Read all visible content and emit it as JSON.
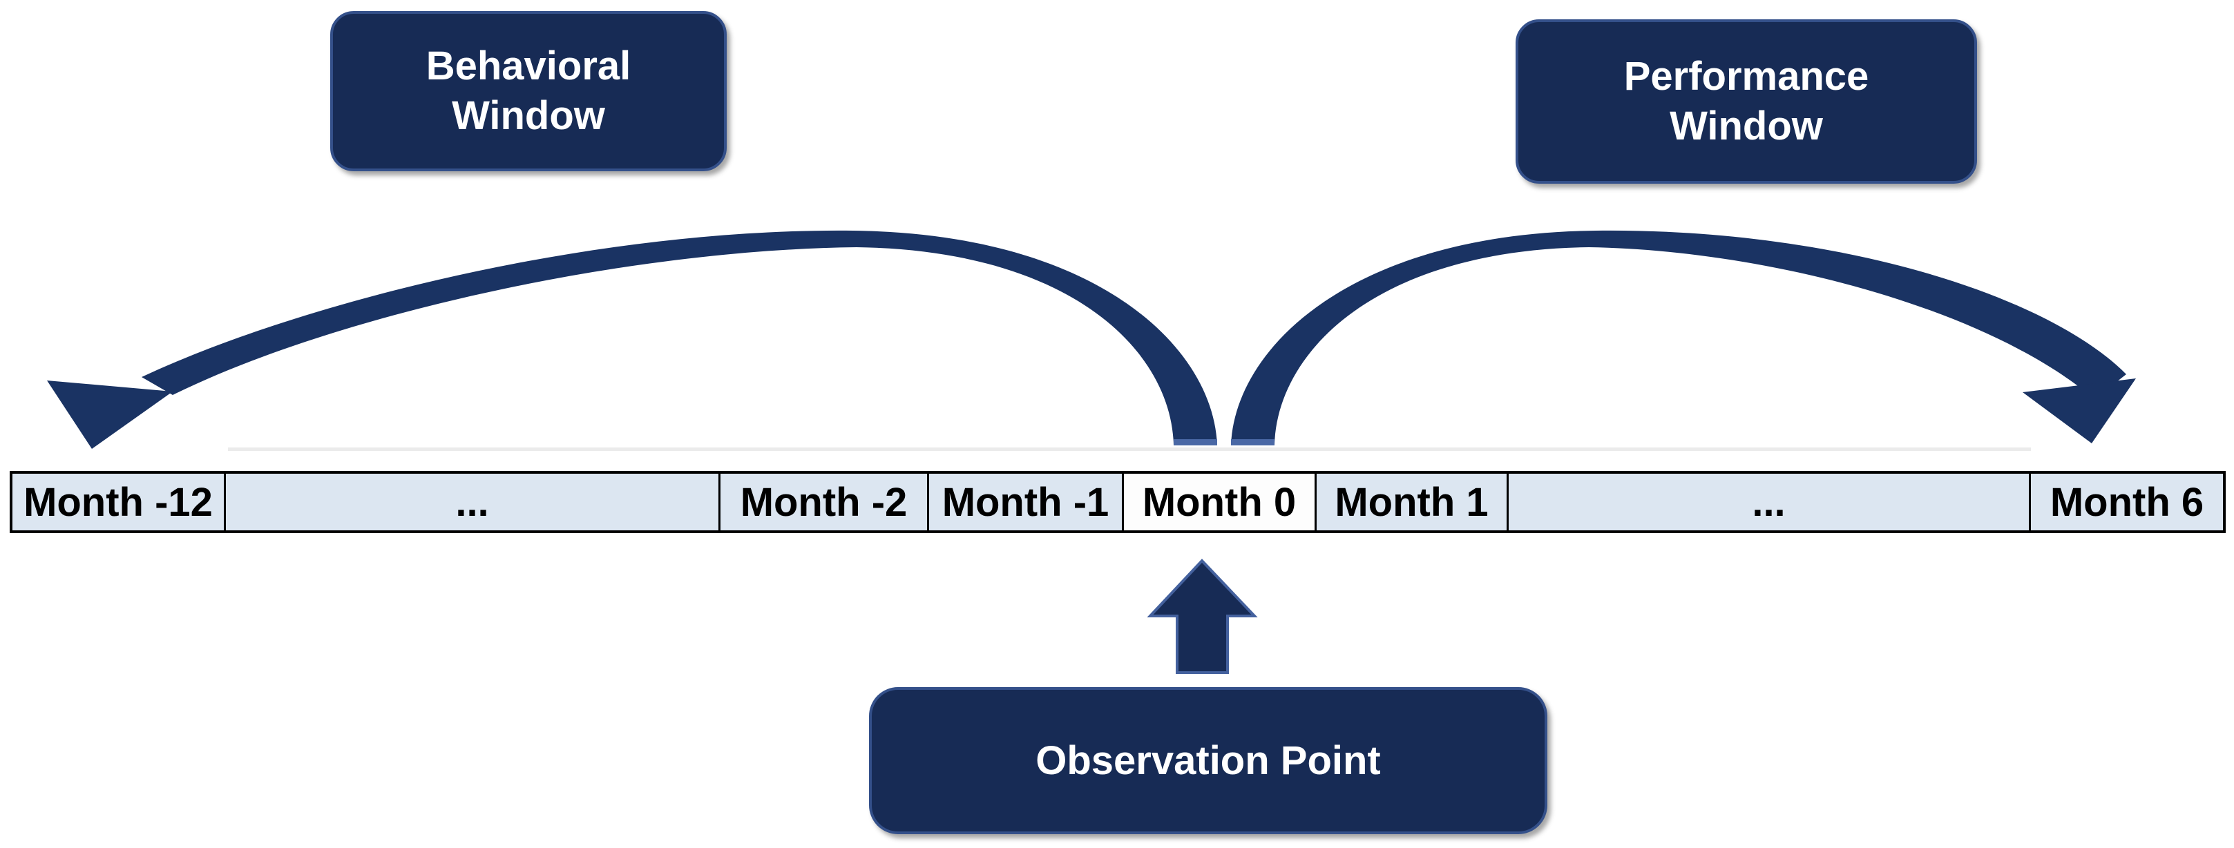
{
  "labels": {
    "behavioral_line1": "Behavioral",
    "behavioral_line2": "Window",
    "performance_line1": "Performance",
    "performance_line2": "Window",
    "observation": "Observation Point"
  },
  "timeline": {
    "cells": [
      {
        "label": "Month -12",
        "highlight": false
      },
      {
        "label": "...",
        "highlight": false
      },
      {
        "label": "Month -2",
        "highlight": false
      },
      {
        "label": "Month -1",
        "highlight": false
      },
      {
        "label": "Month 0",
        "highlight": true
      },
      {
        "label": "Month 1",
        "highlight": false
      },
      {
        "label": "...",
        "highlight": false
      },
      {
        "label": "Month 6",
        "highlight": false
      }
    ]
  },
  "colors": {
    "box_fill_navy": "#172B55",
    "box_border_navy": "#34508A",
    "arrow_navy": "#1A3363",
    "arrow_edge_highlight": "#4A68A5",
    "cell_background": "#DCE6F1",
    "cell_highlight_background": "#FDFDFD",
    "table_border": "#000000",
    "box_text": "#FFFFFF",
    "cell_text": "#000000"
  }
}
